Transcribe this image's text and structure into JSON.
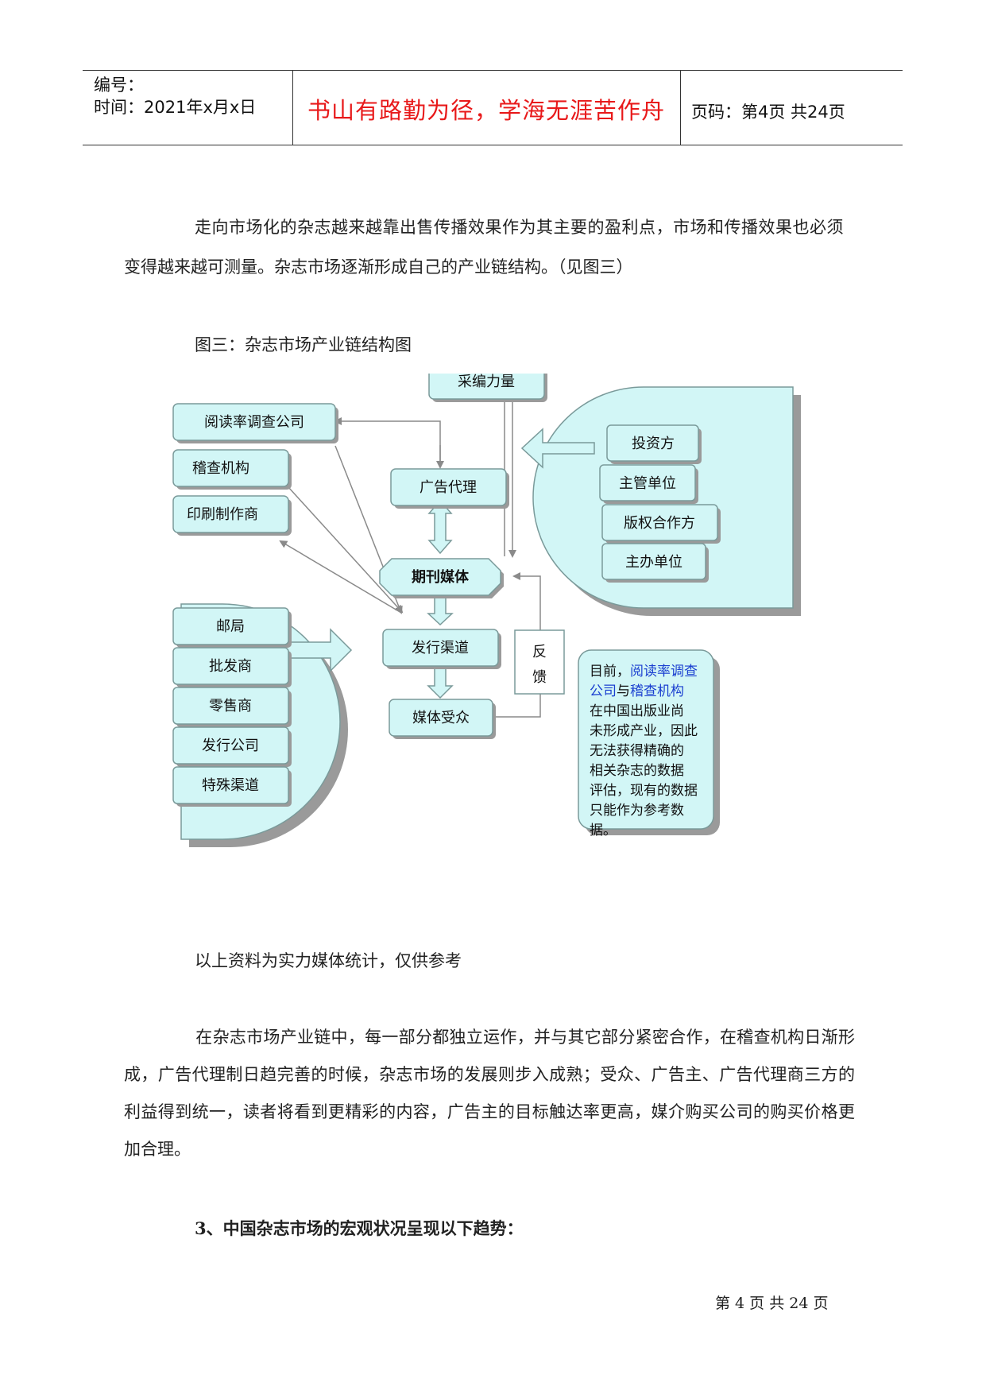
{
  "header": {
    "number_label": "编号：",
    "time_label": "时间：2021年x月x日",
    "motto": "书山有路勤为径，学海无涯苦作舟",
    "page_info": "页码：第4页  共24页"
  },
  "paragraphs": {
    "p1_line1": "走向市场化的杂志越来越靠出售传播效果作为其主要的盈利点，市场和传播效果也必须",
    "p1_line2": "变得越来越可测量。杂志市场逐渐形成自己的产业链结构。（见图三）",
    "figure_caption": "图三：杂志市场产业链结构图",
    "source_note": "以上资料为实力媒体统计，仅供参考",
    "p2": "在杂志市场产业链中，每一部分都独立运作，并与其它部分紧密合作，在稽查机构日渐形成，广告代理制日趋完善的时候，杂志市场的发展则步入成熟；受众、广告主、广告代理商三方的利益得到统一，读者将看到更精彩的内容，广告主的目标触达率更高，媒介购买公司的购买价格更加合理。",
    "section_heading": "3、中国杂志市场的宏观状况呈现以下趋势："
  },
  "diagram": {
    "caiBian": "采编力量",
    "yueDu": "阅读率调查公司",
    "jiCha": "稽查机构",
    "yinShua": "印刷制作商",
    "guangGao": "广告代理",
    "qiKan": "期刊媒体",
    "faXing": "发行渠道",
    "shouZhong": "媒体受众",
    "fanKui1": "反",
    "fanKui2": "馈",
    "left_items": [
      "邮局",
      "批发商",
      "零售商",
      "发行公司",
      "特殊渠道"
    ],
    "right_items": [
      "投资方",
      "主管单位",
      "版权合作方",
      "主办单位"
    ],
    "note": {
      "l1a": "目前，",
      "l1b": "阅读率调查",
      "l2a": "公司",
      "l2b": "与",
      "l2c": "稽查机构",
      "l3": "在中国出版业尚",
      "l4": "未形成产业，因此",
      "l5": "无法获得精确的",
      "l6": "相关杂志的数据",
      "l7": "评估，现有的数据",
      "l8": "只能作为参考数",
      "l9": "据。"
    },
    "colors": {
      "box_fill": "#d2f6f6",
      "box_stroke": "#7a9a9a",
      "link_blue": "#1a3fd0",
      "shadow": "#9a9a9a"
    }
  },
  "footer": {
    "page_text": "第 4 页 共 24 页"
  }
}
